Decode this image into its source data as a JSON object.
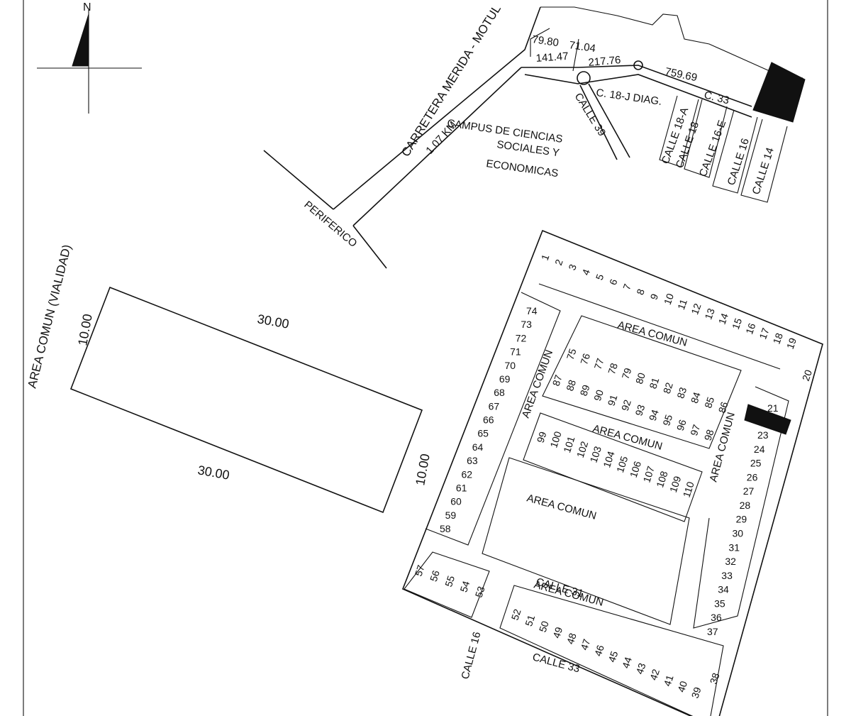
{
  "compass": {
    "label": "N",
    "icon": "north-arrow-icon"
  },
  "roads": {
    "highway": "CARRETERA MERIDA - MOTUL",
    "distance": "1.07 KM",
    "periferico": "PERIFERICO",
    "calle39": "CALLE 39",
    "calle18jdiag": "C. 18-J DIAG.",
    "c33": "C. 33",
    "calle18a": "CALLE 18-A",
    "calle18": "CALLE 18",
    "calle16e": "CALLE 16-E",
    "calle16_top": "CALLE 16",
    "calle14": "CALLE 14",
    "calle16_bottom": "CALLE 16",
    "calle33_bottom": "CALLE 33",
    "area_comun_vialidad": "AREA COMUN (VIALIDAD)"
  },
  "campus": {
    "line1": "CAMPUS DE CIENCIAS",
    "line2": "SOCIALES Y",
    "line3": "ECONOMICAS"
  },
  "measurements": {
    "m1": "79.80",
    "m2": "71.04",
    "m3": "141.47",
    "m4": "217.76",
    "m5": "759.69"
  },
  "parcel": {
    "top": "30.00",
    "bottom": "30.00",
    "left": "10.00",
    "right": "10.00"
  },
  "area_comun": {
    "label": "AREA COMUN",
    "overlap_label": "CALLE 31"
  },
  "lots": {
    "top_row": [
      "1",
      "2",
      "3",
      "4",
      "5",
      "6",
      "7",
      "8",
      "9",
      "10",
      "11",
      "12",
      "13",
      "14",
      "15",
      "16",
      "17",
      "18",
      "19"
    ],
    "right_corner": "20",
    "highlight": "21",
    "right_column": [
      "23",
      "24",
      "25",
      "26",
      "27",
      "28",
      "29",
      "30",
      "31",
      "32",
      "33",
      "34",
      "35",
      "36",
      "37"
    ],
    "bottom_right": "38",
    "bottom_row": [
      "39",
      "40",
      "41",
      "42",
      "43",
      "44",
      "45",
      "46",
      "47",
      "48",
      "49",
      "50",
      "51",
      "52"
    ],
    "bottom_left": [
      "53",
      "54",
      "55",
      "56",
      "57"
    ],
    "left_column": [
      "58",
      "59",
      "60",
      "61",
      "62",
      "63",
      "64",
      "65",
      "66",
      "67",
      "68",
      "69",
      "70",
      "71",
      "72",
      "73",
      "74"
    ],
    "block_a_top": [
      "75",
      "76",
      "77",
      "78",
      "79",
      "80",
      "81",
      "82",
      "83",
      "84",
      "85",
      "86"
    ],
    "block_a_bottom": [
      "87",
      "88",
      "89",
      "90",
      "91",
      "92",
      "93",
      "94",
      "95",
      "96",
      "97",
      "98"
    ],
    "block_b": [
      "99",
      "100",
      "101",
      "102",
      "103",
      "104",
      "105",
      "106",
      "107",
      "108",
      "109",
      "110"
    ]
  },
  "colors": {
    "ink": "#111111",
    "paper": "#ffffff",
    "highlight": "#111111"
  }
}
